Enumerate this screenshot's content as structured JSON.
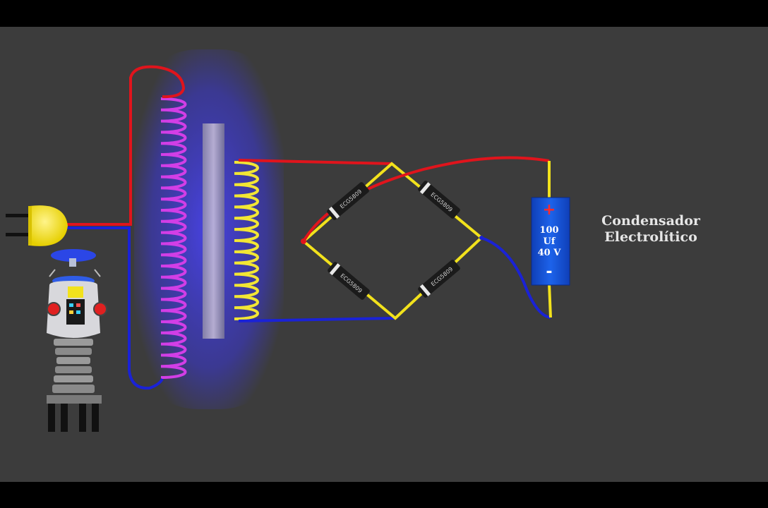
{
  "capacitor": {
    "value_line1": "100",
    "value_line2": "Uf",
    "value_line3": "40 V",
    "plus_sign": "+",
    "minus_sign": "-"
  },
  "label": {
    "line1": "Condensador",
    "line2": "Electrolítico"
  },
  "diode_marking": "ECG5809",
  "colors": {
    "background": "#3c3c3c",
    "letterbox": "#000000",
    "wire_positive": "#e0141c",
    "wire_negative": "#1a22d6",
    "bridge_wire": "#f2e21c",
    "primary_coil": "#d23ee6",
    "secondary_coil": "#f2e634",
    "transformer_glow": "#3d3ae8",
    "capacitor_body": "#1650d8",
    "plug": "#f5e400"
  }
}
